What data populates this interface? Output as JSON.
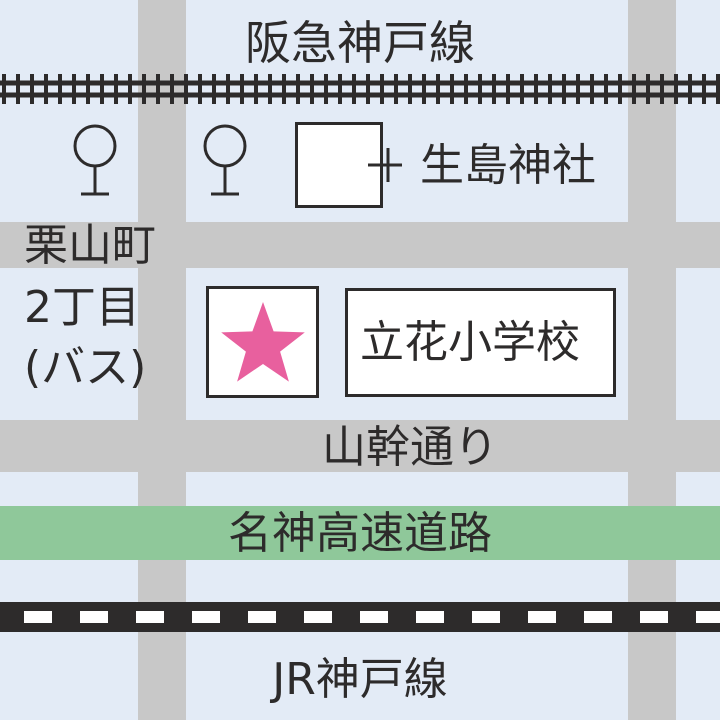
{
  "colors": {
    "background": "#e3ebf6",
    "road": "#c8c8c8",
    "expressway": "#8fc89a",
    "rail": "#2d2b2b",
    "star": "#e8609e",
    "text": "#2d2b2b"
  },
  "labels": {
    "hankyu_line": "阪急神戸線",
    "ikuta_shrine": "生島神社",
    "bus_stop_l1": "栗山町",
    "bus_stop_l2": "2丁目",
    "bus_stop_l3": "(バス)",
    "school": "立花小学校",
    "yamakan_dori": "山幹通り",
    "meishin_expressway": "名神高速道路",
    "jr_line": "JR神戸線"
  },
  "icons": {
    "post_office": "post-office-icon",
    "shrine": "shrine-icon",
    "destination": "star-icon"
  }
}
